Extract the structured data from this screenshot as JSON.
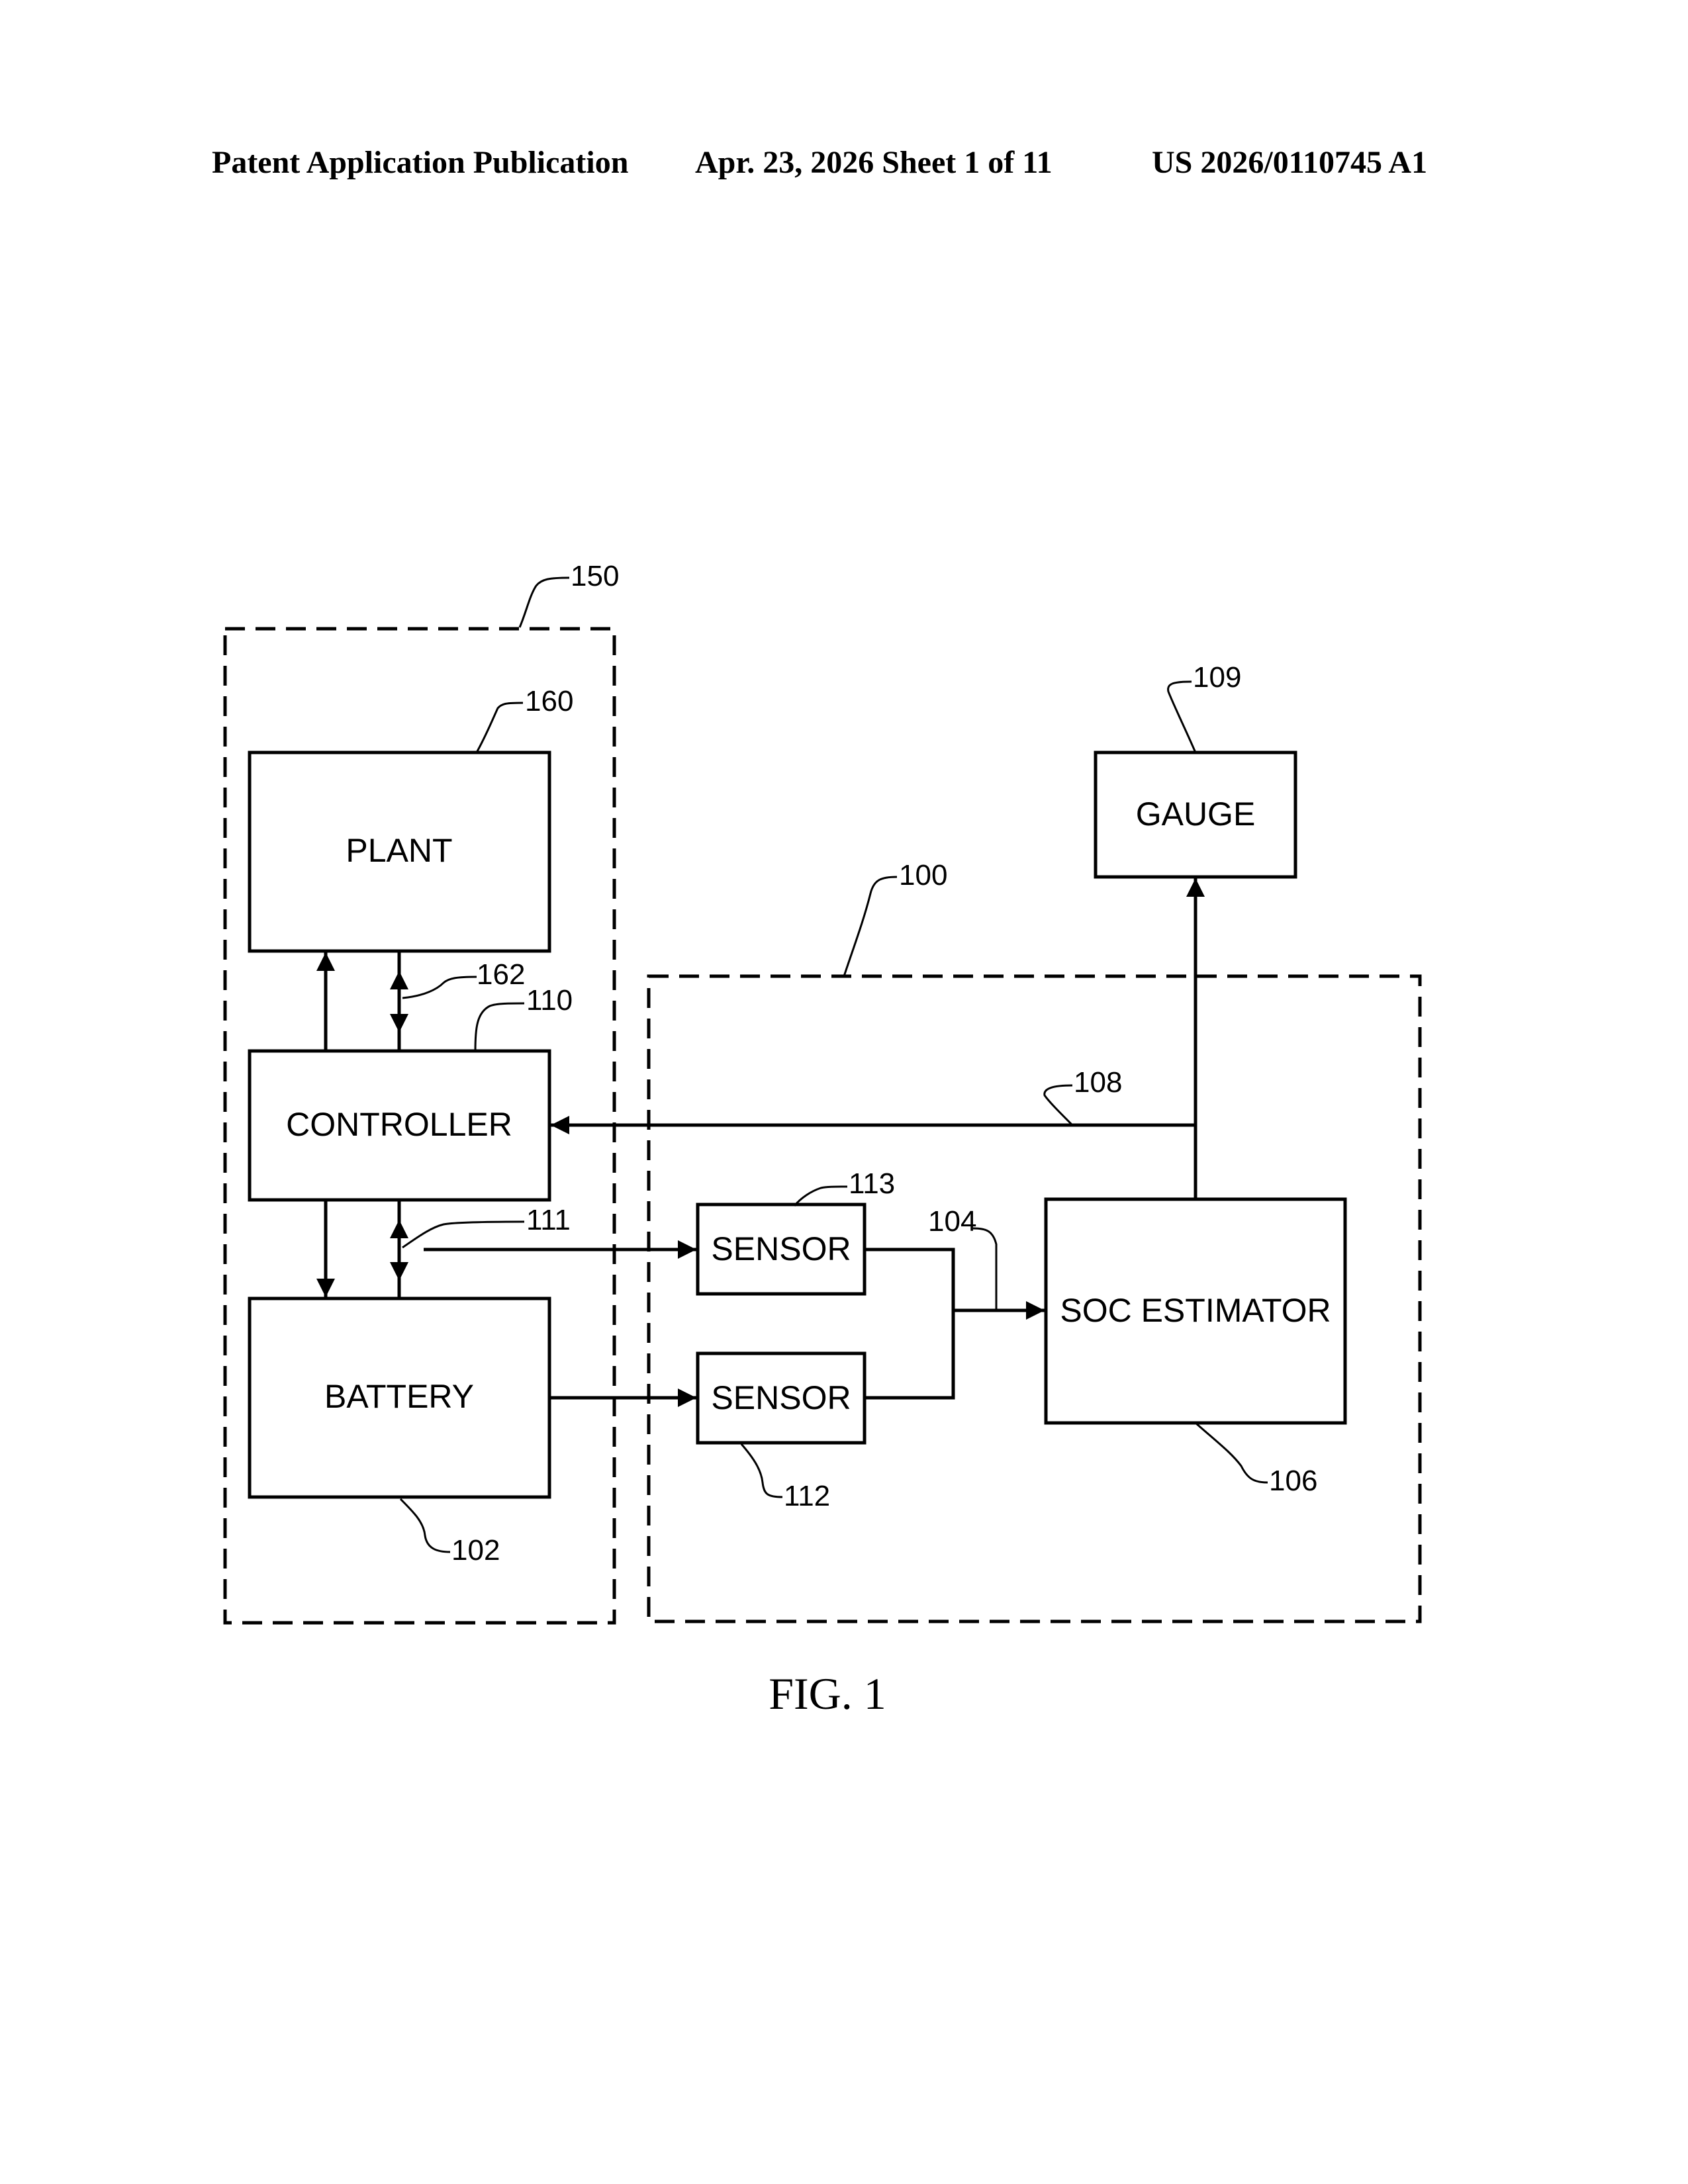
{
  "header": {
    "left": "Patent Application Publication",
    "center": "Apr. 23, 2026  Sheet 1 of 11",
    "right": "US 2026/0110745 A1"
  },
  "blocks": {
    "plant": "PLANT",
    "controller": "CONTROLLER",
    "battery": "BATTERY",
    "sensor_top": "SENSOR",
    "sensor_bottom": "SENSOR",
    "soc_estimator": "SOC ESTIMATOR",
    "gauge": "GAUGE"
  },
  "refs": {
    "system_150": "150",
    "plant_160": "160",
    "link_162": "162",
    "controller_110": "110",
    "link_111": "111",
    "battery_102": "102",
    "estimator_system_100": "100",
    "gauge_109": "109",
    "signal_108": "108",
    "sensor_113": "113",
    "signal_104": "104",
    "sensor_112": "112",
    "estimator_106": "106"
  },
  "caption": "FIG. 1"
}
